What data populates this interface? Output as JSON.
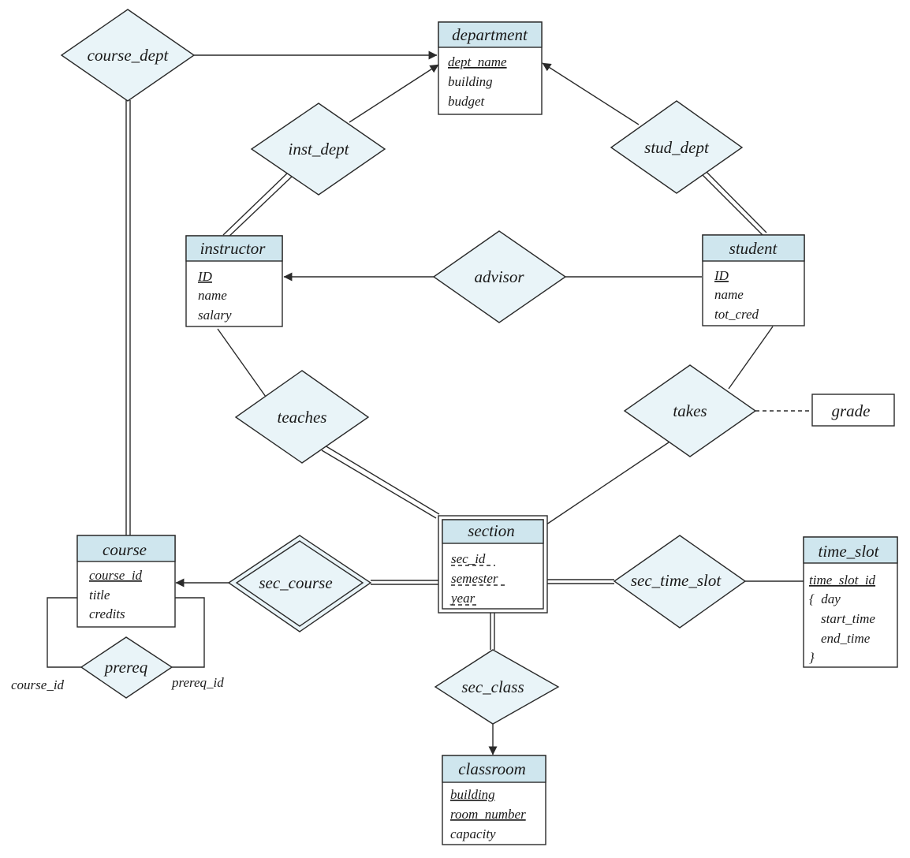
{
  "entities": {
    "department": {
      "title": "department",
      "attributes": [
        "dept_name",
        "building",
        "budget"
      ]
    },
    "instructor": {
      "title": "instructor",
      "attributes": [
        "ID",
        "name",
        "salary"
      ]
    },
    "student": {
      "title": "student",
      "attributes": [
        "ID",
        "name",
        "tot_cred"
      ]
    },
    "section": {
      "title": "section",
      "attributes": [
        "sec_id",
        "semester",
        "year"
      ]
    },
    "course": {
      "title": "course",
      "attributes": [
        "course_id",
        "title",
        "credits"
      ]
    },
    "time_slot": {
      "title": "time_slot",
      "attributes": [
        "time_slot_id",
        "{  day",
        "start_time",
        "end_time",
        "}"
      ]
    },
    "classroom": {
      "title": "classroom",
      "attributes": [
        "building",
        "room_number",
        "capacity"
      ]
    },
    "grade": {
      "title": "grade"
    }
  },
  "relationships": {
    "course_dept": "course_dept",
    "inst_dept": "inst_dept",
    "stud_dept": "stud_dept",
    "advisor": "advisor",
    "teaches": "teaches",
    "takes": "takes",
    "sec_course": "sec_course",
    "sec_time_slot": "sec_time_slot",
    "sec_class": "sec_class",
    "prereq": "prereq"
  },
  "roles": {
    "prereq_left": "course_id",
    "prereq_right": "prereq_id"
  }
}
